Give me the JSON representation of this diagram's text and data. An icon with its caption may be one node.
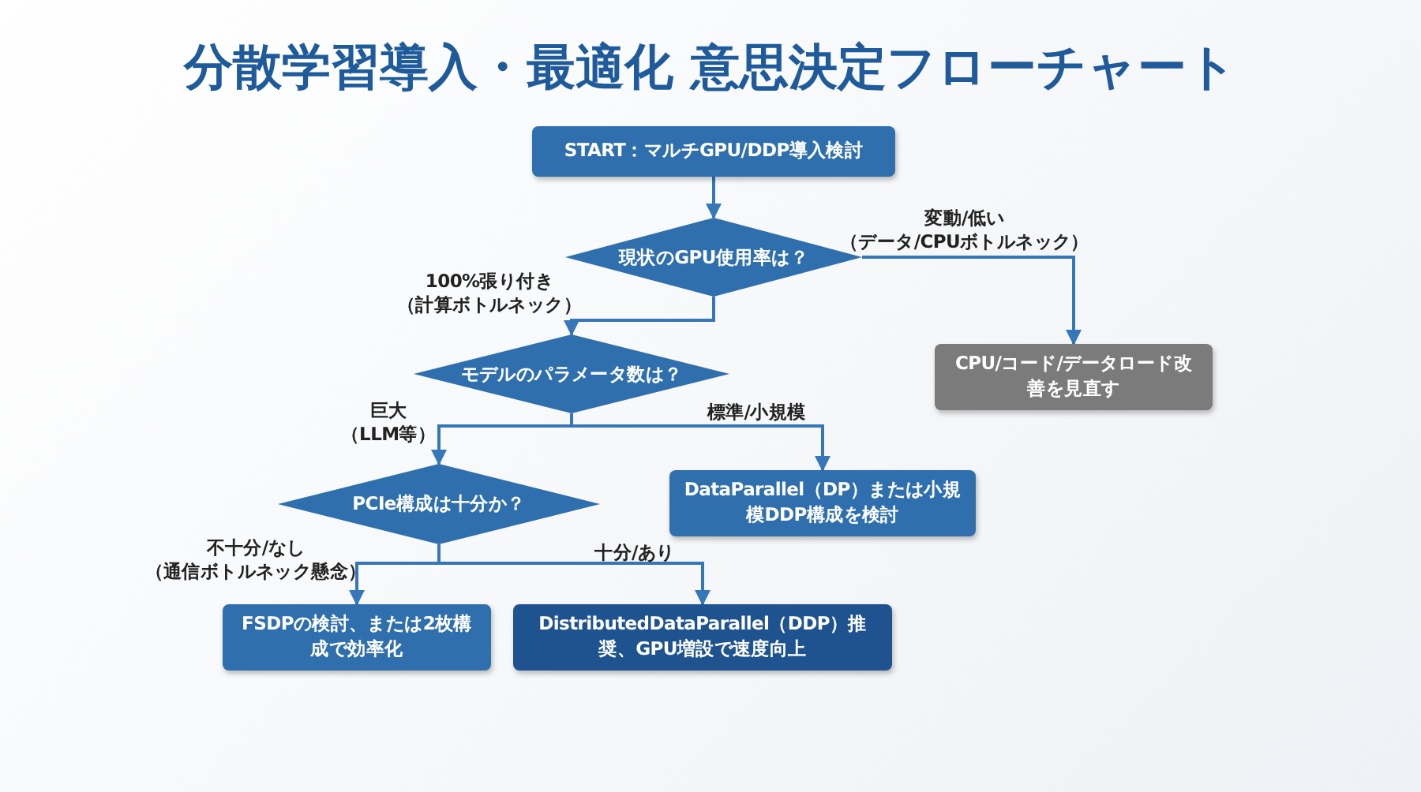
{
  "diagram": {
    "title": "分散学習導入・最適化 意思決定フローチャート",
    "nodes": [
      {
        "text": [
          "START：マルチGPU/DDP導入検討"
        ]
      },
      {
        "text": [
          "現状のGPU使用率は？"
        ]
      },
      {
        "text": [
          "モデルのパラメータ数は？"
        ]
      },
      {
        "text": [
          "CPU/コード/データロード改善を見直す"
        ]
      },
      {
        "text": [
          "PCIe構成は十分か？"
        ]
      },
      {
        "text": [
          "DataParallel（DP）または小規模DDP構成を検討"
        ]
      },
      {
        "text": [
          "FSDPの検討、または2枚構成で効率化"
        ]
      },
      {
        "text": [
          "DistributedDataParallel（DDP）推奨、GPU増設で速度向上"
        ]
      }
    ],
    "edges": [
      {
        "from": 0,
        "to": 1,
        "arrow": "to"
      },
      {
        "from": 1,
        "to": 2,
        "arrow": "to",
        "label": "100%張り付き（計算ボトルネック）"
      },
      {
        "from": 1,
        "to": 3,
        "arrow": "to",
        "label": "変動/低い（データ/CPUボトルネック）"
      },
      {
        "from": 2,
        "to": 4,
        "arrow": "to",
        "label": "巨大（LLM等）"
      },
      {
        "from": 2,
        "to": 5,
        "arrow": "to",
        "label": "標準/小規模"
      },
      {
        "from": 4,
        "to": 6,
        "arrow": "to",
        "label": "不十分/なし（通信ボトルネック懸念）"
      },
      {
        "from": 4,
        "to": 7,
        "arrow": "to",
        "label": "十分/あり"
      }
    ]
  }
}
